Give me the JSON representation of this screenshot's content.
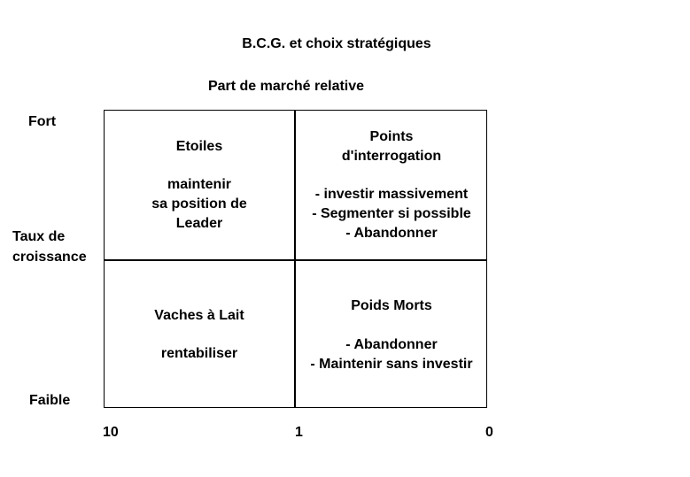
{
  "title": "B.C.G. et choix stratégiques",
  "x_axis_label": "Part de marché relative",
  "y_axis_label_line1": "Taux de",
  "y_axis_label_line2": "croissance",
  "y_high": "Fort",
  "y_low": "Faible",
  "x_ticks": [
    "10",
    "1",
    "0"
  ],
  "quadrants": {
    "top_left": {
      "name": "Etoiles",
      "strategy": [
        "maintenir",
        "sa position de",
        "Leader"
      ]
    },
    "top_right": {
      "name_line1": "Points",
      "name_line2": "d'interrogation",
      "strategy": [
        "- investir massivement",
        "- Segmenter si possible",
        "- Abandonner"
      ]
    },
    "bottom_left": {
      "name": "Vaches à Lait",
      "strategy": [
        "rentabiliser"
      ]
    },
    "bottom_right": {
      "name": "Poids Morts",
      "strategy": [
        "- Abandonner",
        "- Maintenir sans investir"
      ]
    }
  }
}
